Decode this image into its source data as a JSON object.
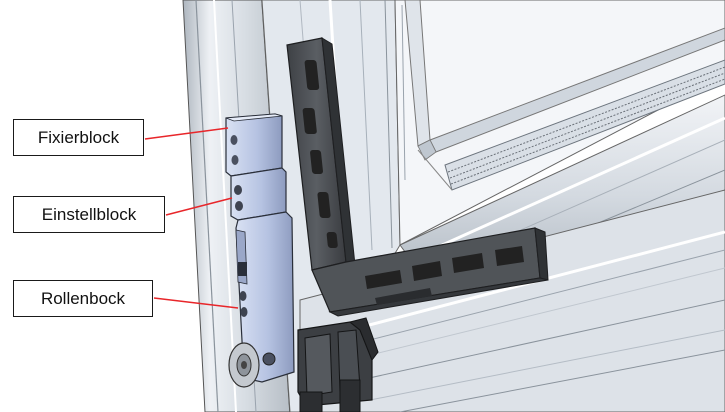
{
  "callouts": [
    {
      "label": "Fixierblock"
    },
    {
      "label": "Einstellblock"
    },
    {
      "label": "Rollenbock"
    }
  ],
  "colors": {
    "leader_line": "#e8262a",
    "frame_light": "#e9edf2",
    "frame_mid": "#c9d0d8",
    "frame_dark": "#8a939c",
    "block_blue": "#b9c6e4",
    "bracket_dark": "#4c4f53",
    "outline": "#222222"
  },
  "icons": [
    "window-frame-render",
    "corner-bracket-render",
    "hinge-block-render"
  ]
}
